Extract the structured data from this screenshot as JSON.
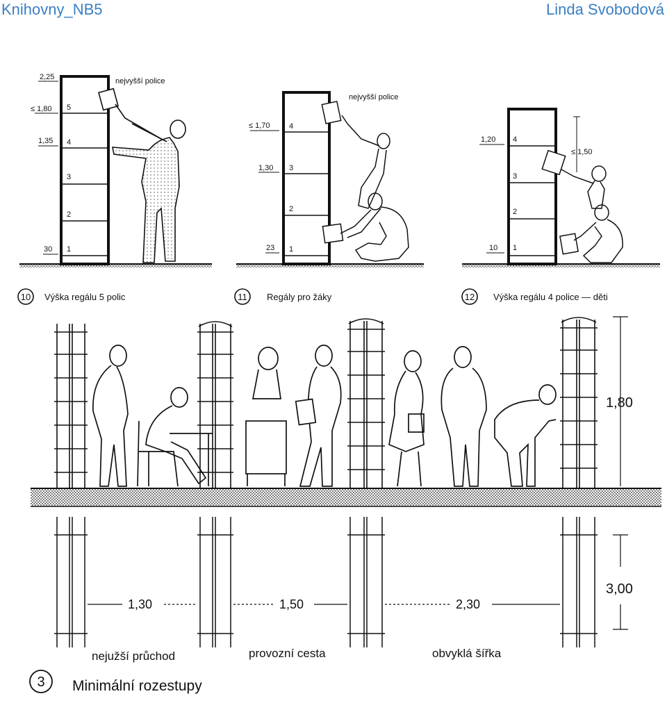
{
  "header": {
    "left": "Knihovny_NB5",
    "right": "Linda Svobodová"
  },
  "fig10": {
    "number": "10",
    "caption": "Výška regálu 5 polic",
    "shelf_label": "nejvyšší police",
    "heights": [
      "2,25",
      "≤ 1,80",
      "1,35",
      "30"
    ],
    "shelves": [
      "5",
      "4",
      "3",
      "2",
      "1"
    ]
  },
  "fig11": {
    "number": "11",
    "caption": "Regály pro žáky",
    "shelf_label": "nejvyšší police",
    "heights": [
      "≤ 1,70",
      "1,30",
      "23"
    ],
    "shelves": [
      "4",
      "3",
      "2",
      "1"
    ]
  },
  "fig12": {
    "number": "12",
    "caption": "Výška regálu 4 police — děti",
    "heights": [
      "1,20",
      "10"
    ],
    "reach": "≤ 1,50",
    "shelves": [
      "4",
      "3",
      "2",
      "1"
    ]
  },
  "fig3": {
    "number": "3",
    "caption": "Minimální rozestupy",
    "height_label": "1,80",
    "depth_label": "3,00",
    "gaps": [
      {
        "value": "1,30",
        "label": "nejužší průchod"
      },
      {
        "value": "1,50",
        "label": "provozní cesta"
      },
      {
        "value": "2,30",
        "label": "obvyklá šířka"
      }
    ]
  },
  "colors": {
    "header": "#3b7fc4",
    "ink": "#111111"
  }
}
